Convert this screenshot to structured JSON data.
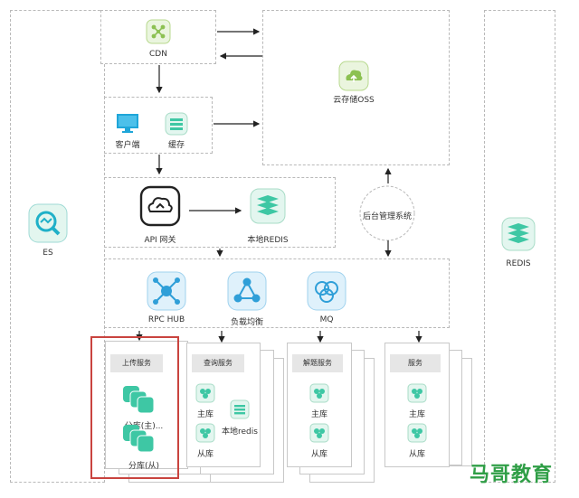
{
  "nodes": {
    "cdn": "CDN",
    "oss": "云存储OSS",
    "client": "客户端",
    "cache": "缓存",
    "api_gateway": "API 网关",
    "local_redis": "本地REDIS",
    "admin": "后台管理系统",
    "es": "ES",
    "redis": "REDIS",
    "rpc_hub": "RPC HUB",
    "load_balance": "负载均衡",
    "mq": "MQ"
  },
  "services": {
    "upload": {
      "title": "上传服务",
      "master": "分库(主)...",
      "slave": "分库(从)"
    },
    "query": {
      "title": "查询服务",
      "master": "主库",
      "slave": "从库",
      "redis": "本地redis"
    },
    "unzip": {
      "title": "解题服务",
      "master": "主库",
      "slave": "从库"
    },
    "service": {
      "title": "服务",
      "master": "主库",
      "slave": "从库"
    }
  },
  "brand": "马哥教育",
  "colors": {
    "accent": "#3ec7a4",
    "blue": "#3aa3e6",
    "highlight": "#c9443f",
    "brand": "#2f9e46"
  }
}
